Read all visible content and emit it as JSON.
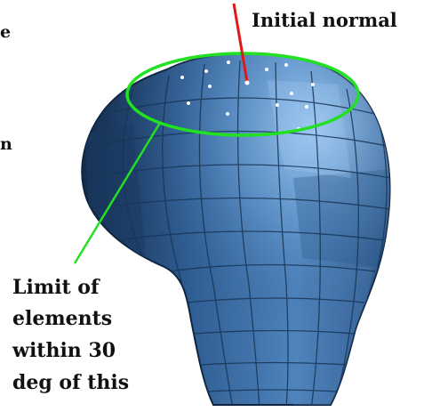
{
  "labels": {
    "initial_normal": "Initial normal",
    "limit_lines": [
      "Limit of",
      "elements",
      "within 30",
      "deg of this"
    ],
    "edge_cut_1": "e",
    "edge_cut_2": "n"
  },
  "colors": {
    "mesh_dark": "#1b3b63",
    "mesh_mid": "#3f6d9f",
    "mesh_light": "#6f9fd3",
    "highlight": "#9cc6ef",
    "limit_ring": "#22e022",
    "leader_line": "#22e022",
    "normal_vector": "#e01818",
    "text": "#111111"
  },
  "icons": {
    "selected_element_marker": "white-dot"
  }
}
